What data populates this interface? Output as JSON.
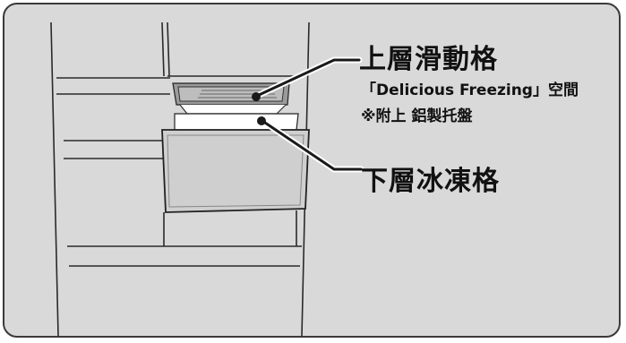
{
  "labels": {
    "upper_drawer": "上層滑動格",
    "upper_drawer_detail": "「Delicious Freezing」空間",
    "upper_drawer_note": "※附上 鋁製托盤",
    "lower_drawer": "下層冰凍格"
  },
  "colors": {
    "background": "#d9d9d9",
    "border": "#3a3a3a",
    "line": "#222222",
    "drawer_face": "#cfcfcf"
  }
}
